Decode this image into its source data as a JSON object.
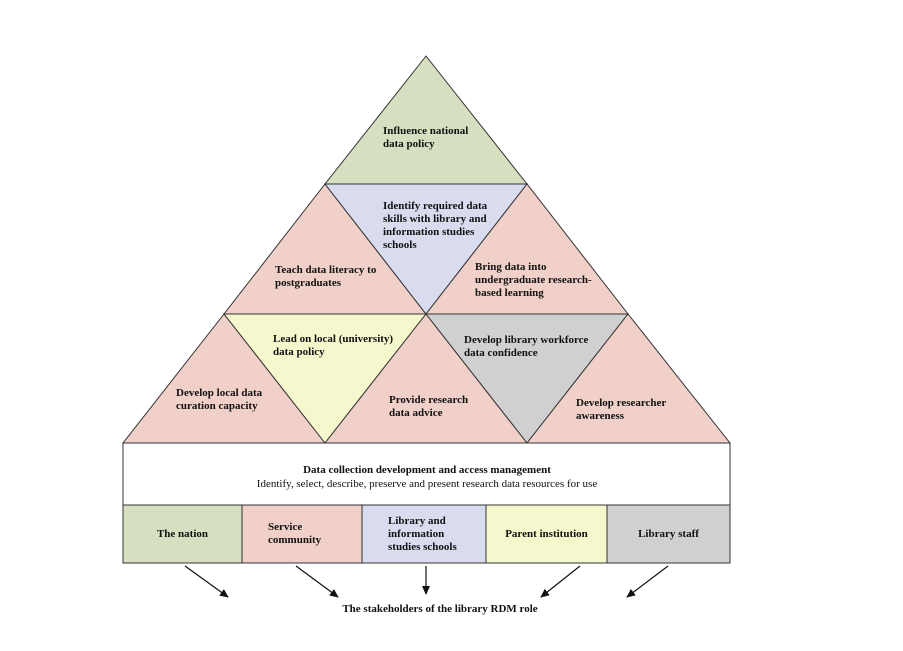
{
  "colors": {
    "green": "#d6e0c0",
    "pink": "#f0d0c8",
    "blue": "#d8dcee",
    "yellow": "#f5f8cc",
    "grey": "#d0d0d0",
    "white": "#ffffff",
    "stroke": "#333333"
  },
  "pyramid": {
    "top": "Influence national\ndata policy",
    "row2": {
      "left": "Teach data literacy to\npostgraduates",
      "center": "Identify required data\nskills with library and\ninformation studies\nschools",
      "right": "Bring data into\nundergraduate research-\nbased learning"
    },
    "row3": {
      "t1": "Develop local data\ncuration capacity",
      "t2": "Lead on local (university)\ndata policy",
      "t3": "Provide research\ndata advice",
      "t4": "Develop library workforce\ndata confidence",
      "t5": "Develop researcher\nawareness"
    }
  },
  "foundation": {
    "title": "Data collection development and access management",
    "subtitle": "Identify, select, describe, preserve and present research data resources for use"
  },
  "stakeholders": [
    {
      "label": "The nation"
    },
    {
      "label": "Service\ncommunity"
    },
    {
      "label": "Library and\ninformation\nstudies schools"
    },
    {
      "label": "Parent institution"
    },
    {
      "label": "Library staff"
    }
  ],
  "caption": "The stakeholders of the library RDM role"
}
